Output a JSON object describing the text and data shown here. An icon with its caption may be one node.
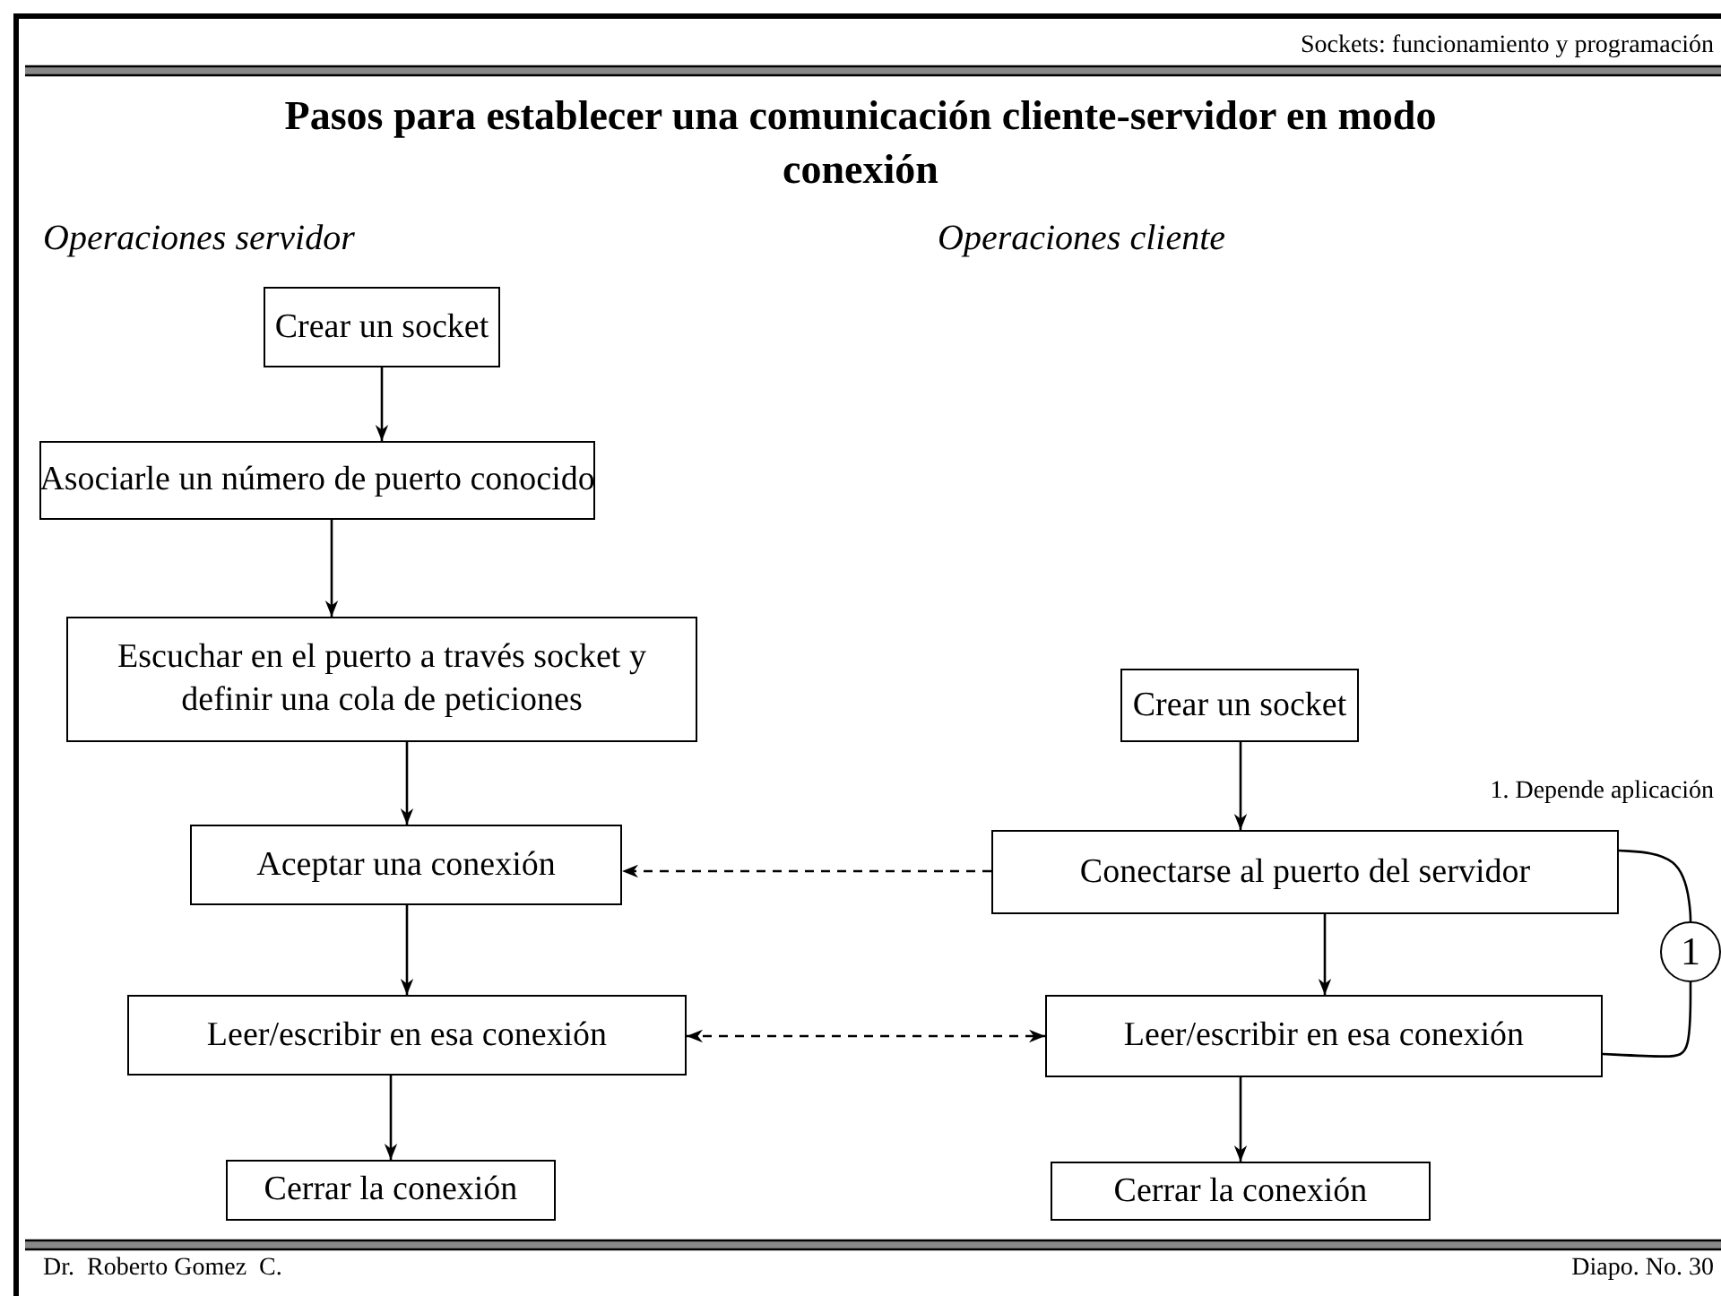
{
  "diagram": {
    "title": "Pasos para establecer una comunicación cliente-servidor en modo conexión",
    "nodes": [
      {
        "text": [
          "Crear un socket"
        ]
      },
      {
        "text": [
          "Asociarle un número de puerto conocido"
        ]
      },
      {
        "text": [
          "Escuchar en el puerto a través socket y definir una cola de peticiones"
        ]
      },
      {
        "text": [
          "Aceptar una conexión"
        ]
      },
      {
        "text": [
          "Leer/escribir en esa conexión"
        ]
      },
      {
        "text": [
          "Cerrar la conexión"
        ]
      },
      {
        "text": [
          "Crear un socket"
        ]
      },
      {
        "text": [
          "Conectarse al puerto del servidor"
        ]
      },
      {
        "text": [
          "Leer/escribir en esa conexión"
        ]
      },
      {
        "text": [
          "Cerrar la conexión"
        ]
      },
      {
        "text": [
          "1"
        ]
      }
    ],
    "edges": [
      {
        "from": 0,
        "to": 1,
        "arrow": "to"
      },
      {
        "from": 1,
        "to": 2,
        "arrow": "to"
      },
      {
        "from": 2,
        "to": 3,
        "arrow": "to"
      },
      {
        "from": 3,
        "to": 4,
        "arrow": "to"
      },
      {
        "from": 4,
        "to": 5,
        "arrow": "to"
      },
      {
        "from": 6,
        "to": 7,
        "arrow": "to"
      },
      {
        "from": 7,
        "to": 8,
        "arrow": "to"
      },
      {
        "from": 8,
        "to": 9,
        "arrow": "to"
      },
      {
        "from": 7,
        "to": 3,
        "arrow": "to",
        "style": "dashed"
      },
      {
        "from": 4,
        "to": 8,
        "arrow": "both",
        "style": "dashed"
      },
      {
        "from": 7,
        "to": 10,
        "arrow": "none"
      },
      {
        "from": 10,
        "to": 8,
        "arrow": "none"
      }
    ],
    "labels": [
      "Sockets: funcionamiento y programación",
      "Operaciones servidor",
      "Operaciones cliente",
      "1. Depende aplicación",
      "Dr.  Roberto Gomez  C.",
      "Diapo. No. 30"
    ]
  }
}
